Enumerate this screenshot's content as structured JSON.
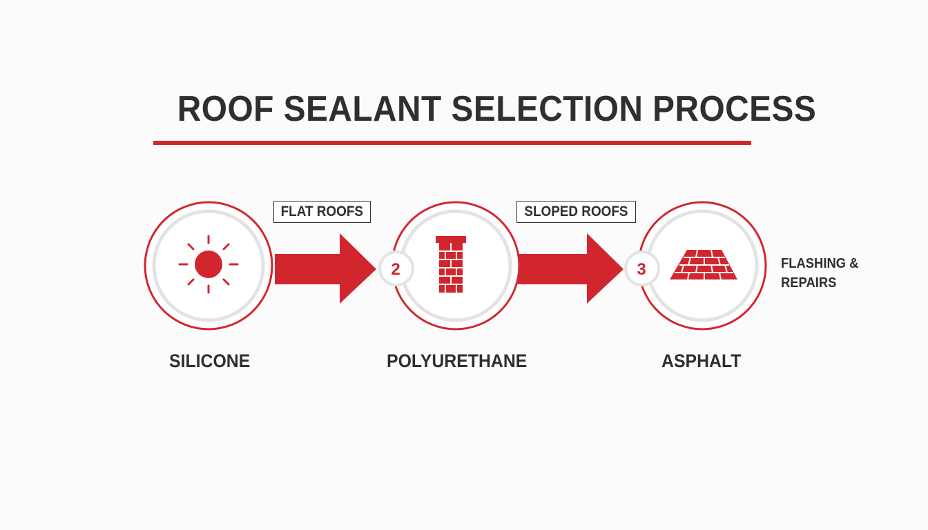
{
  "title": "ROOF SEALANT SELECTION PROCESS",
  "steps": [
    {
      "name": "SILICONE",
      "icon": "sun-icon"
    },
    {
      "name": "POLYURETHANE",
      "number": "2",
      "icon": "chimney-icon"
    },
    {
      "name": "ASPHALT",
      "number": "3",
      "icon": "roof-shingles-icon"
    }
  ],
  "connectors": [
    {
      "label": "FLAT ROOFS"
    },
    {
      "label": "SLOPED ROOFS"
    }
  ],
  "side_note": {
    "line1": "FLASHING &",
    "line2": "REPAIRS"
  },
  "colors": {
    "accent": "#d1262e",
    "text": "#2f2f2f",
    "ring_inner": "#e3e3e3"
  }
}
